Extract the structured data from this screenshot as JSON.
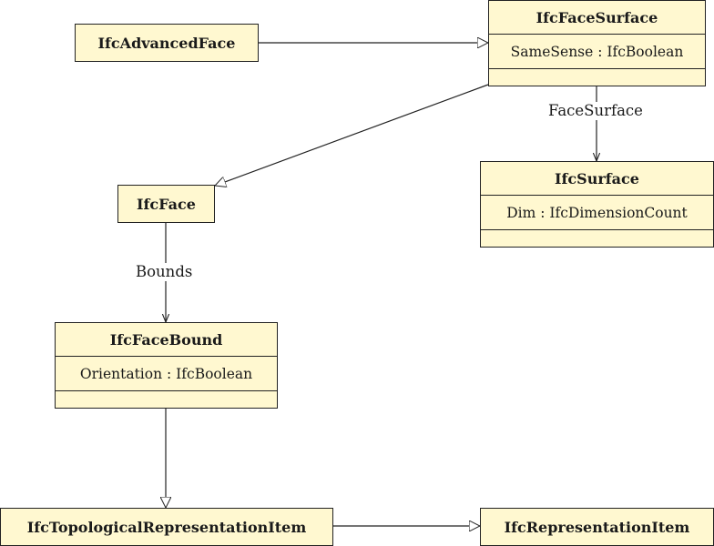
{
  "classes": {
    "advanced_face": {
      "name": "IfcAdvancedFace"
    },
    "face_surface": {
      "name": "IfcFaceSurface",
      "attribute": "SameSense : IfcBoolean"
    },
    "surface": {
      "name": "IfcSurface",
      "attribute": "Dim : IfcDimensionCount"
    },
    "face": {
      "name": "IfcFace"
    },
    "face_bound": {
      "name": "IfcFaceBound",
      "attribute": "Orientation : IfcBoolean"
    },
    "topological_item": {
      "name": "IfcTopologicalRepresentationItem"
    },
    "representation_item": {
      "name": "IfcRepresentationItem"
    }
  },
  "associations": {
    "face_surface_to_surface": "FaceSurface",
    "face_to_face_bound": "Bounds"
  }
}
